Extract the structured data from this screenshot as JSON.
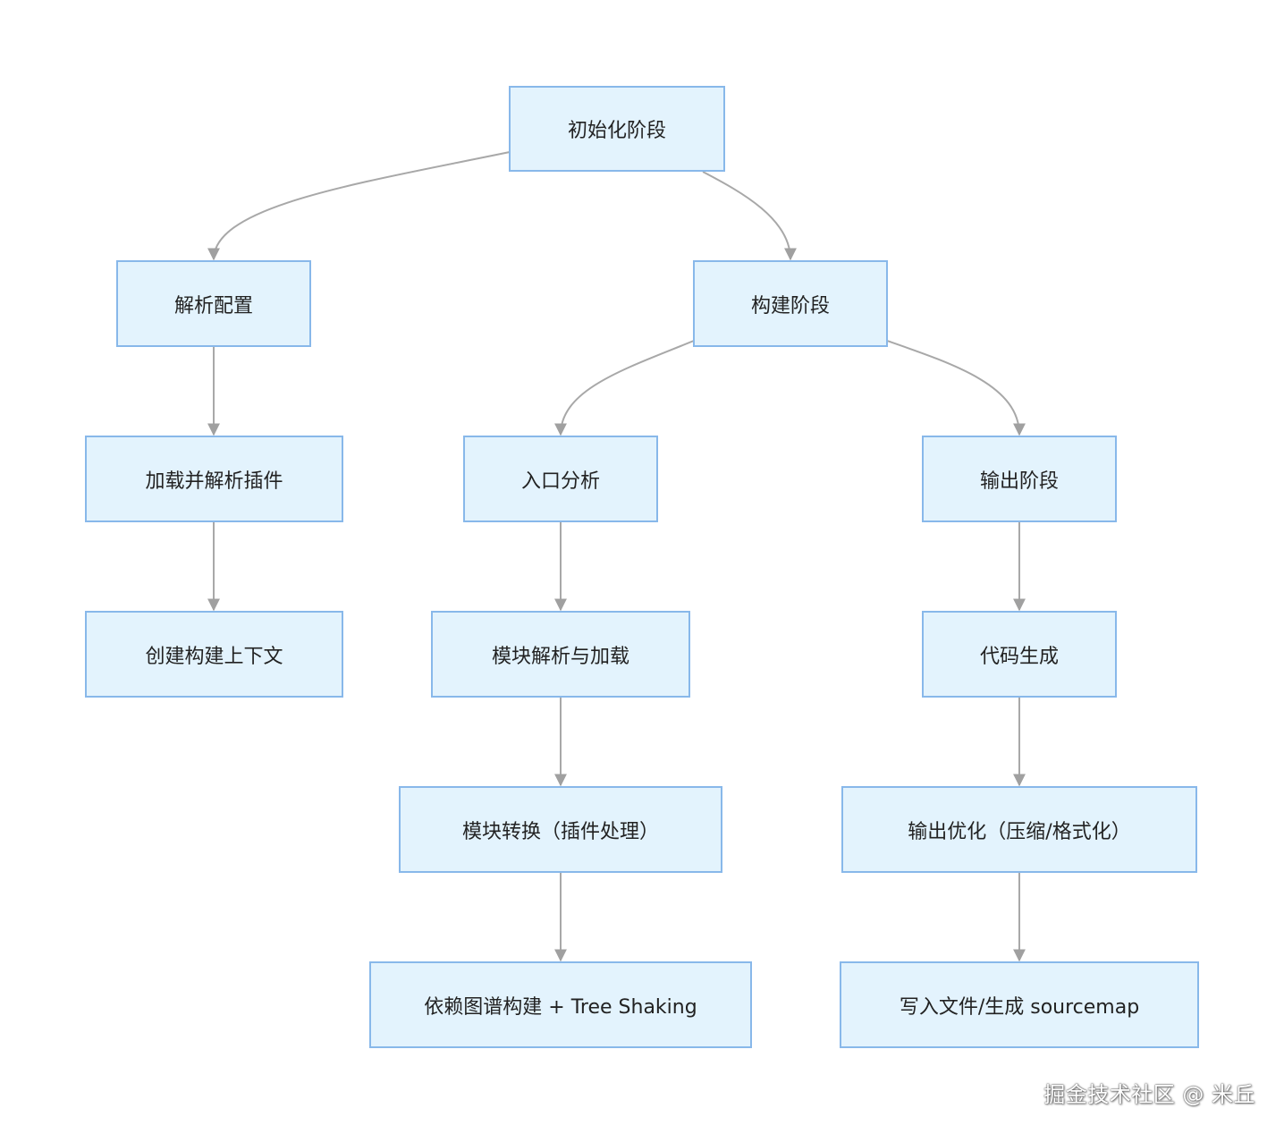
{
  "nodes": {
    "init": "初始化阶段",
    "parse_config": "解析配置",
    "build_phase": "构建阶段",
    "load_plugins": "加载并解析插件",
    "create_context": "创建构建上下文",
    "entry_analysis": "入口分析",
    "module_resolve": "模块解析与加载",
    "module_transform": "模块转换（插件处理）",
    "dep_graph": "依赖图谱构建 + Tree Shaking",
    "output_phase": "输出阶段",
    "codegen": "代码生成",
    "output_optimize": "输出优化（压缩/格式化）",
    "write_files": "写入文件/生成 sourcemap"
  },
  "edges": [
    [
      "init",
      "parse_config"
    ],
    [
      "init",
      "build_phase"
    ],
    [
      "parse_config",
      "load_plugins"
    ],
    [
      "load_plugins",
      "create_context"
    ],
    [
      "build_phase",
      "entry_analysis"
    ],
    [
      "build_phase",
      "output_phase"
    ],
    [
      "entry_analysis",
      "module_resolve"
    ],
    [
      "module_resolve",
      "module_transform"
    ],
    [
      "module_transform",
      "dep_graph"
    ],
    [
      "output_phase",
      "codegen"
    ],
    [
      "codegen",
      "output_optimize"
    ],
    [
      "output_optimize",
      "write_files"
    ]
  ],
  "watermark": "掘金技术社区 @ 米丘",
  "colors": {
    "node_fill": "#e3f3fd",
    "node_border": "#88b8ea",
    "edge": "#a8a8a8",
    "text": "#222222"
  }
}
